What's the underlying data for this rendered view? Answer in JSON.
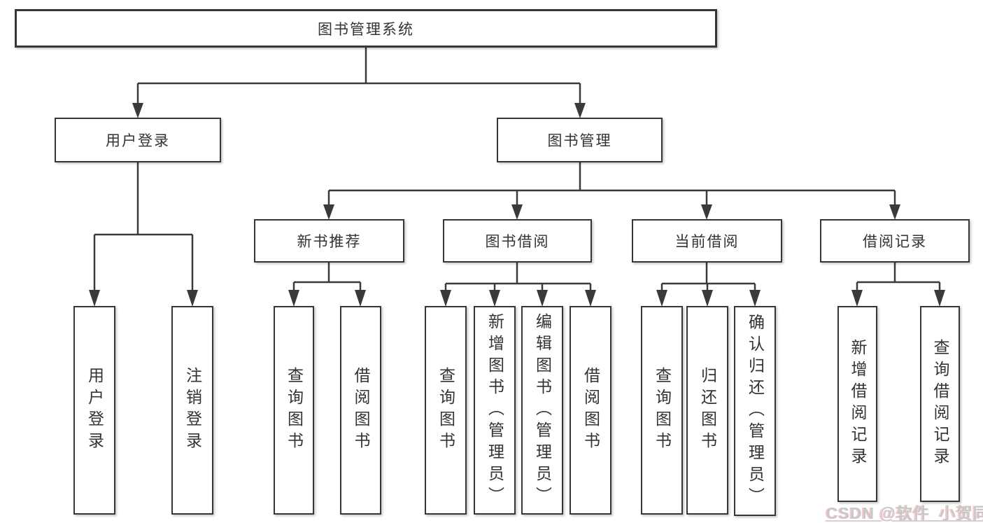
{
  "tree": {
    "root": {
      "label": "图书管理系统",
      "children": [
        {
          "label": "用户登录",
          "children": [
            {
              "label": "用户登录"
            },
            {
              "label": "注销登录"
            }
          ]
        },
        {
          "label": "图书管理",
          "children": [
            {
              "label": "新书推荐",
              "children": [
                {
                  "label": "查询图书"
                },
                {
                  "label": "借阅图书"
                }
              ]
            },
            {
              "label": "图书借阅",
              "children": [
                {
                  "label": "查询图书"
                },
                {
                  "label": "新增图书（管理员）"
                },
                {
                  "label": "编辑图书（管理员）"
                },
                {
                  "label": "借阅图书"
                }
              ]
            },
            {
              "label": "当前借阅",
              "children": [
                {
                  "label": "查询图书"
                },
                {
                  "label": "归还图书"
                },
                {
                  "label": "确认归还（管理员）"
                }
              ]
            },
            {
              "label": "借阅记录",
              "children": [
                {
                  "label": "新增借阅记录"
                },
                {
                  "label": "查询借阅记录"
                }
              ]
            }
          ]
        }
      ]
    }
  },
  "watermark": {
    "text": "CSDN @软件_小贺同学",
    "color": "#c8c8c8",
    "accent": "#f2a6aa"
  },
  "colors": {
    "line": "#3a3a3a",
    "box_border": "#373737",
    "text": "#333333",
    "background": "#ffffff"
  }
}
